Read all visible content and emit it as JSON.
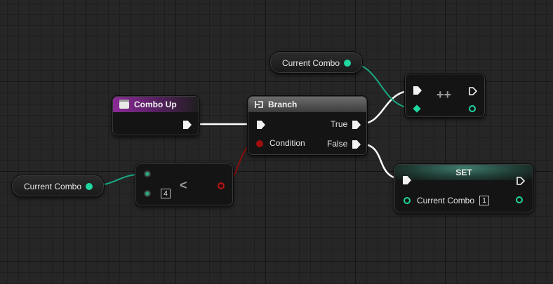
{
  "nodes": {
    "current_combo_top": {
      "label": "Current Combo"
    },
    "current_combo_left": {
      "label": "Current Combo"
    },
    "combo_up": {
      "title": "Combo Up"
    },
    "branch": {
      "title": "Branch",
      "condition_label": "Condition",
      "true_label": "True",
      "false_label": "False"
    },
    "increment": {
      "symbol": "++"
    },
    "less_than": {
      "symbol": "<",
      "b_value": "4"
    },
    "set": {
      "title": "SET",
      "variable_label": "Current Combo",
      "value": "1"
    }
  },
  "colors": {
    "background": "#262626",
    "exec_wire": "#ffffff",
    "int_pin": "#1fd7a0",
    "bool_pin": "#a00d0d",
    "event_header": "#8a2b96",
    "set_header": "#3f7a6a"
  }
}
